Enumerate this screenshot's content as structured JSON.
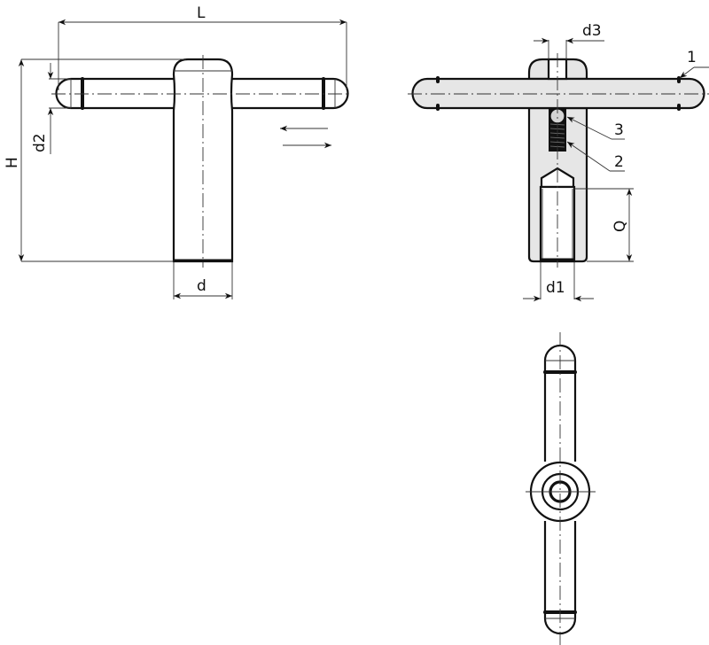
{
  "drawing": {
    "title": "T-handle tommy bar technical drawing",
    "views": {
      "front": {
        "labels": {
          "L": "L",
          "H": "H",
          "d2": "d2",
          "d": "d"
        }
      },
      "section": {
        "labels": {
          "d3": "d3",
          "d1": "d1",
          "Q": "Q"
        },
        "callouts": [
          {
            "id": "1",
            "label": "1"
          },
          {
            "id": "3",
            "label": "3"
          },
          {
            "id": "2",
            "label": "2"
          }
        ]
      },
      "bottom": {}
    },
    "colors": {
      "line": "#111111",
      "section_fill": "#e6e6e6",
      "background": "#ffffff"
    }
  }
}
